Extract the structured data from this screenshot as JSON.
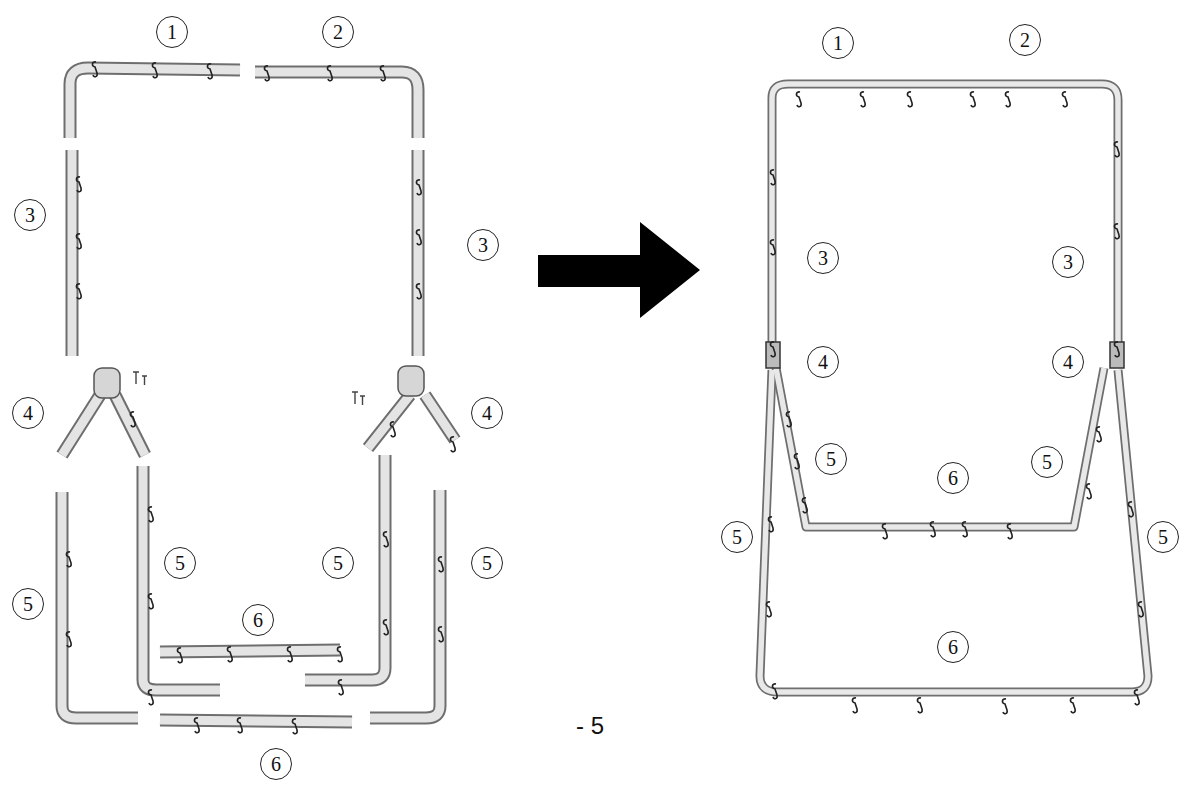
{
  "diagram": {
    "labels": [
      "1",
      "2",
      "3",
      "3",
      "4",
      "4",
      "5",
      "5",
      "5",
      "5",
      "6",
      "6",
      "1",
      "2",
      "3",
      "3",
      "4",
      "4",
      "5",
      "5",
      "5",
      "5",
      "6",
      "6",
      "- 5"
    ]
  }
}
